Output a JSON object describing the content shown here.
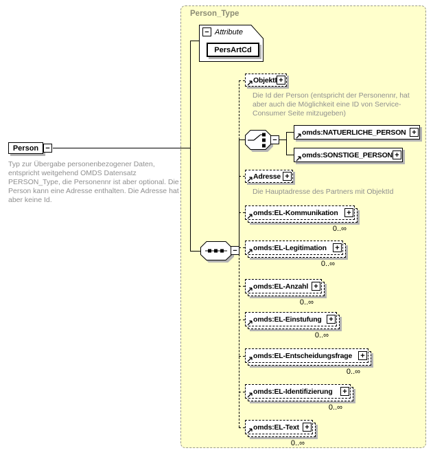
{
  "diagram": {
    "type_box": {
      "title": "Person_Type"
    },
    "root_element": {
      "label": "Person",
      "annotation": "Typ zur Übergabe personenbezogener Daten, entspricht weitgehend OMDS Datensatz PERSON_Type, die Personennr ist aber optional. Die Person kann eine Adresse enthalten. Die Adresse hat aber keine Id."
    },
    "attribute_group": {
      "label": "Attribute",
      "attributes": [
        {
          "name": "PersArtCd"
        }
      ]
    },
    "children": [
      {
        "label": "ObjektId",
        "annotation": "Die Id der Person (entspricht der Personennr, hat aber auch die Möglichkeit eine ID von Service-Consumer Seite mitzugeben)"
      },
      {
        "kind": "choice",
        "options": [
          {
            "label": "omds:NATUERLICHE_PERSON"
          },
          {
            "label": "omds:SONSTIGE_PERSON"
          }
        ]
      },
      {
        "label": "Adresse",
        "annotation": "Die Hauptadresse des Partners mit ObjektId"
      },
      {
        "label": "omds:EL-Kommunikation",
        "occurs": "0..∞"
      },
      {
        "label": "omds:EL-Legitimation",
        "occurs": "0..∞"
      },
      {
        "label": "omds:EL-Anzahl",
        "occurs": "0..∞"
      },
      {
        "label": "omds:EL-Einstufung",
        "occurs": "0..∞"
      },
      {
        "label": "omds:EL-Entscheidungsfrage",
        "occurs": "0..∞"
      },
      {
        "label": "omds:EL-Identifizierung",
        "occurs": "0..∞"
      },
      {
        "label": "omds:EL-Text",
        "occurs": "0..∞"
      }
    ],
    "icons": {
      "collapse": "−",
      "expand": "+",
      "sequence": "sequence-icon",
      "choice": "choice-icon"
    },
    "colors": {
      "container_fill": "#ffffcc",
      "container_border": "#999989",
      "title_text": "#8b8b74",
      "annotation_text": "#8f8f8f",
      "shadow": "#b4b4b4"
    }
  }
}
